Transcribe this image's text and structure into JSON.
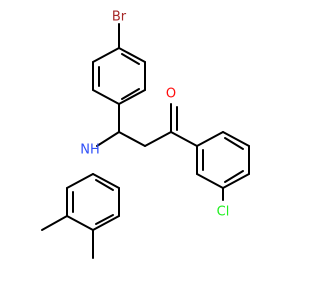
{
  "molecule": {
    "atoms": {
      "bromine": "Br",
      "oxygen": "O",
      "chlorine": "Cl",
      "amine": "NH"
    },
    "colors": {
      "bond": "#000000",
      "bromine": "#A62929",
      "oxygen": "#FF0D0D",
      "chlorine": "#1FF01F",
      "nitrogen": "#3050F8"
    }
  }
}
